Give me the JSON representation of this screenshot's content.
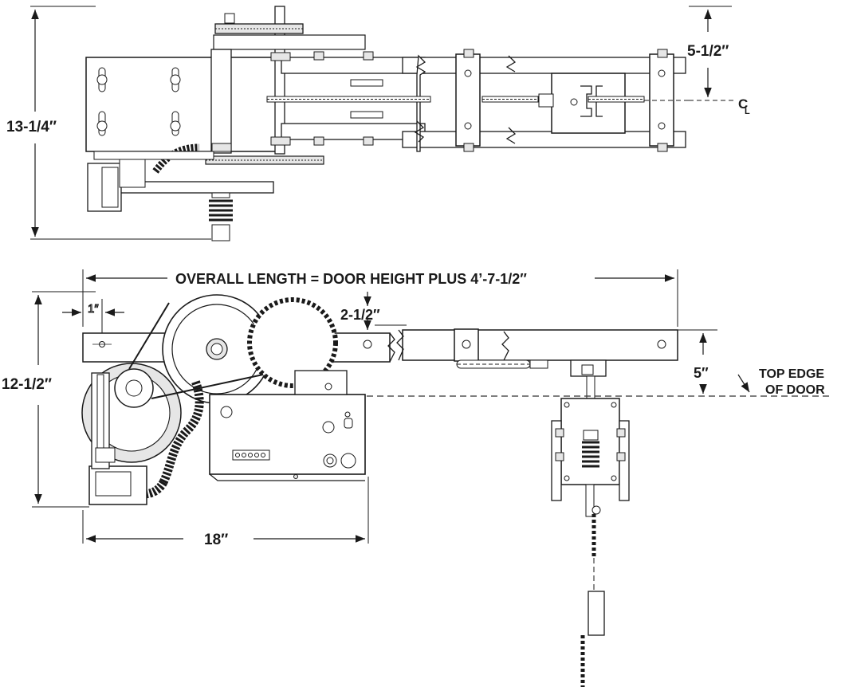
{
  "dimensions": {
    "top_view_height": "13-1/4″",
    "top_view_offset": "5-1/2″",
    "centerline_symbol": "C",
    "centerline_symbol_sub": "L",
    "overall_length": "OVERALL LENGTH = DOOR HEIGHT PLUS 4’-7-1/2″",
    "side_view_height": "12-1/2″",
    "bracket_offset": "1″",
    "rail_drop": "2-1/2″",
    "door_offset": "5″",
    "top_edge_line1": "TOP EDGE",
    "top_edge_line2": "OF DOOR",
    "base_width": "18″"
  }
}
